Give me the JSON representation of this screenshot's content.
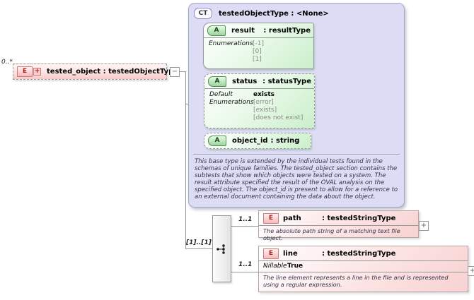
{
  "root": {
    "cardinality": "0..*",
    "icon": "E",
    "plus": "+",
    "label": "tested_object : testedObjectType",
    "collapse": "−"
  },
  "ct": {
    "icon": "CT",
    "title": "testedObjectType : <None>",
    "attrs": [
      {
        "icon": "A",
        "name": "result",
        "type": ": resultType",
        "props": [
          {
            "label": "Enumerations",
            "values": [
              "[-1]",
              "[0]",
              "[1]"
            ]
          }
        ]
      },
      {
        "icon": "A",
        "name": "status",
        "type": ": statusType",
        "props": [
          {
            "label": "Default",
            "values": [
              "exists"
            ]
          },
          {
            "label": "Enumerations",
            "values": [
              "[error]",
              "[exists]",
              "[does not exist]"
            ]
          }
        ]
      },
      {
        "icon": "A",
        "name": "object_id",
        "type": ": string",
        "props": []
      }
    ],
    "doc": "This base type is extended by the individual tests found in the schemas of unique families.  The tested_object section contains the subtests that show which objects were tested on a system. The result attribute specified the result of the OVAL analysis on the specified object. The object_id is present to allow for a reference to an external document containing the data about the object."
  },
  "sequence": {
    "cardinality": "[1]..[1]"
  },
  "children": [
    {
      "icon": "E",
      "cardinality": "1..1",
      "name": "path",
      "type": ": testedStringType",
      "doc": "The absolute path string of a matching text file object.",
      "expand": "+"
    },
    {
      "icon": "E",
      "cardinality": "1..1",
      "name": "line",
      "type": ": testedStringType",
      "nillable_label": "Nillable",
      "nillable_value": "True",
      "doc": "The line element represents a line in the file and is represented using a regular expression.",
      "expand": "+"
    }
  ],
  "colors": {
    "accent_purple": "#dcdcf4",
    "accent_green": "#cbefcb",
    "accent_pink": "#f8d2d2",
    "line": "#979797"
  }
}
